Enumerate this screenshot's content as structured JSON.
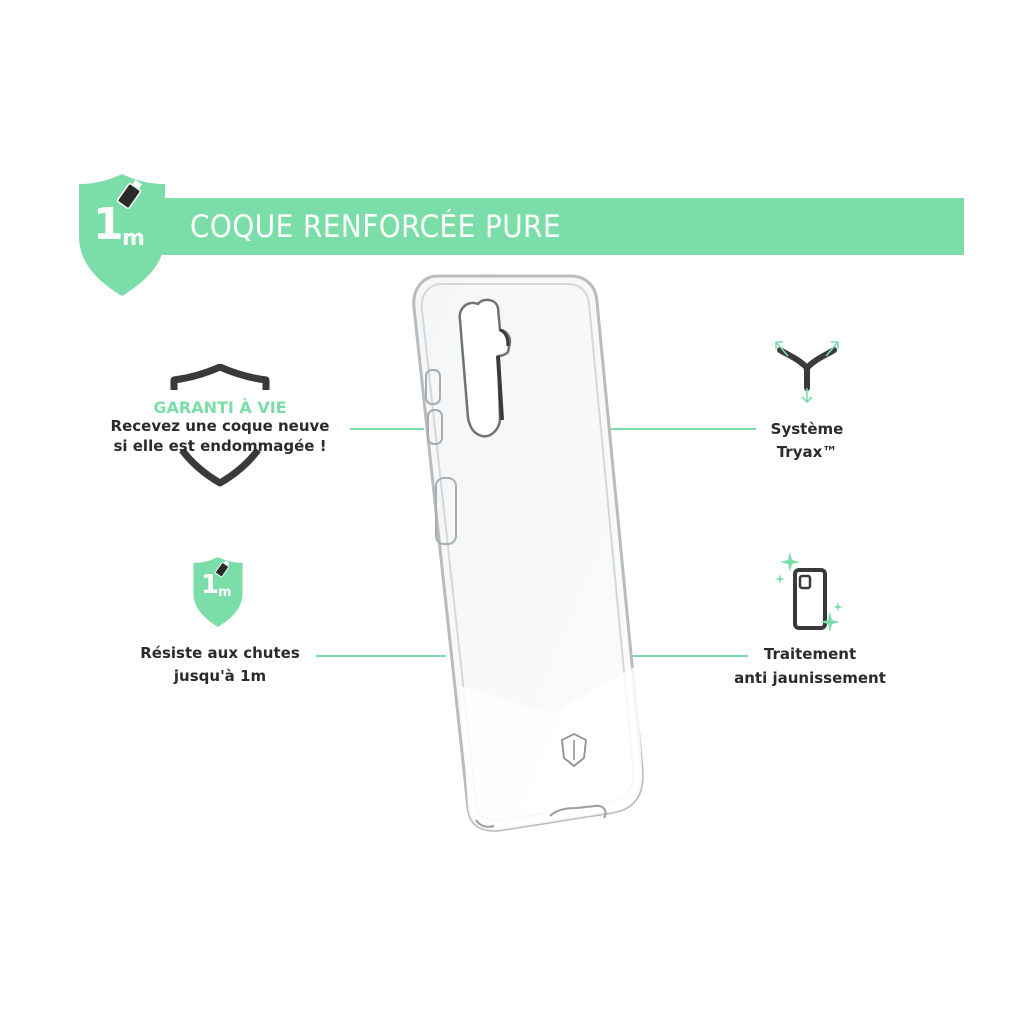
{
  "banner": {
    "title": "COQUE RENFORCÉE PURE"
  },
  "badge": {
    "number": "1",
    "unit": "m"
  },
  "features": {
    "guarantee": {
      "title": "GARANTI À VIE",
      "line1": "Recevez une coque neuve",
      "line2": "si elle est endommagée !"
    },
    "drop": {
      "number": "1",
      "unit": "m",
      "line1": "Résiste aux chutes",
      "line2": "jusqu'à 1m"
    },
    "tryax": {
      "line1": "Système",
      "line2": "Tryax™"
    },
    "yellowing": {
      "line1": "Traitement",
      "line2": "anti jaunissement"
    }
  },
  "colors": {
    "accent": "#7bdea8",
    "text": "#2b2b2b",
    "icon_dark": "#3a3a3a"
  }
}
